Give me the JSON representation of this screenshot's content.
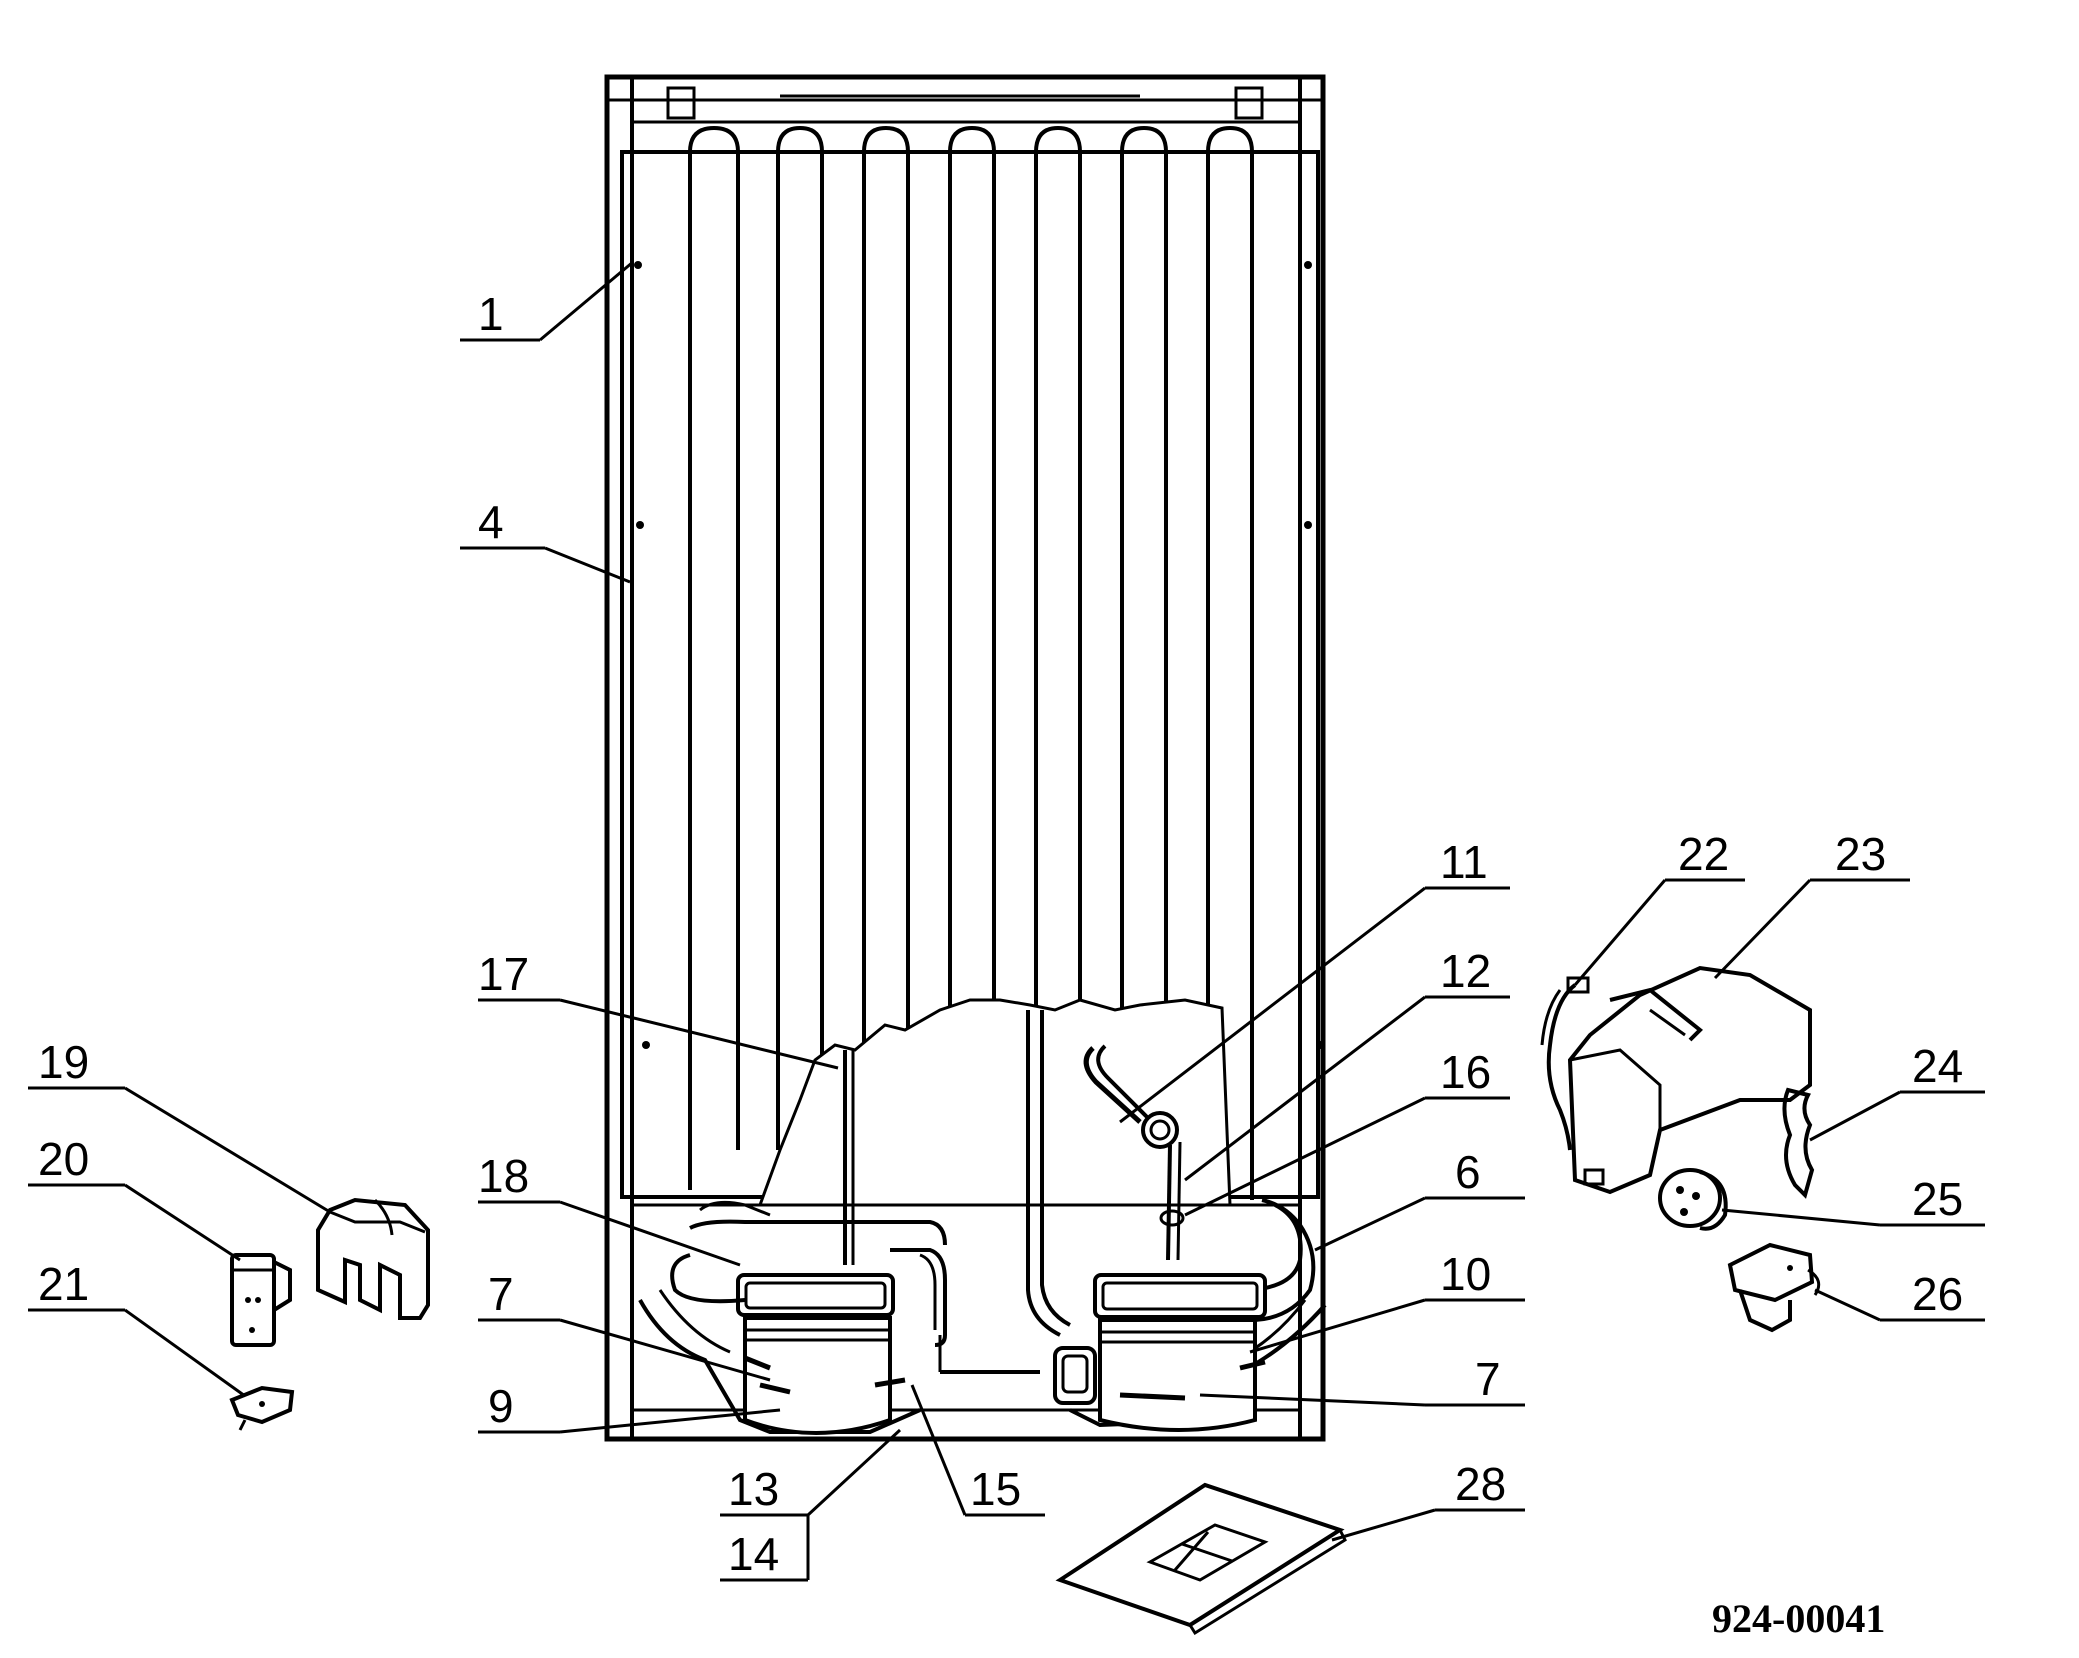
{
  "diagram": {
    "drawing_code": "924-00041",
    "callouts": [
      "1",
      "4",
      "17",
      "19",
      "20",
      "21",
      "18",
      "7",
      "9",
      "13",
      "14",
      "15",
      "11",
      "12",
      "16",
      "6",
      "10",
      "7",
      "22",
      "23",
      "24",
      "25",
      "26",
      "28"
    ]
  }
}
